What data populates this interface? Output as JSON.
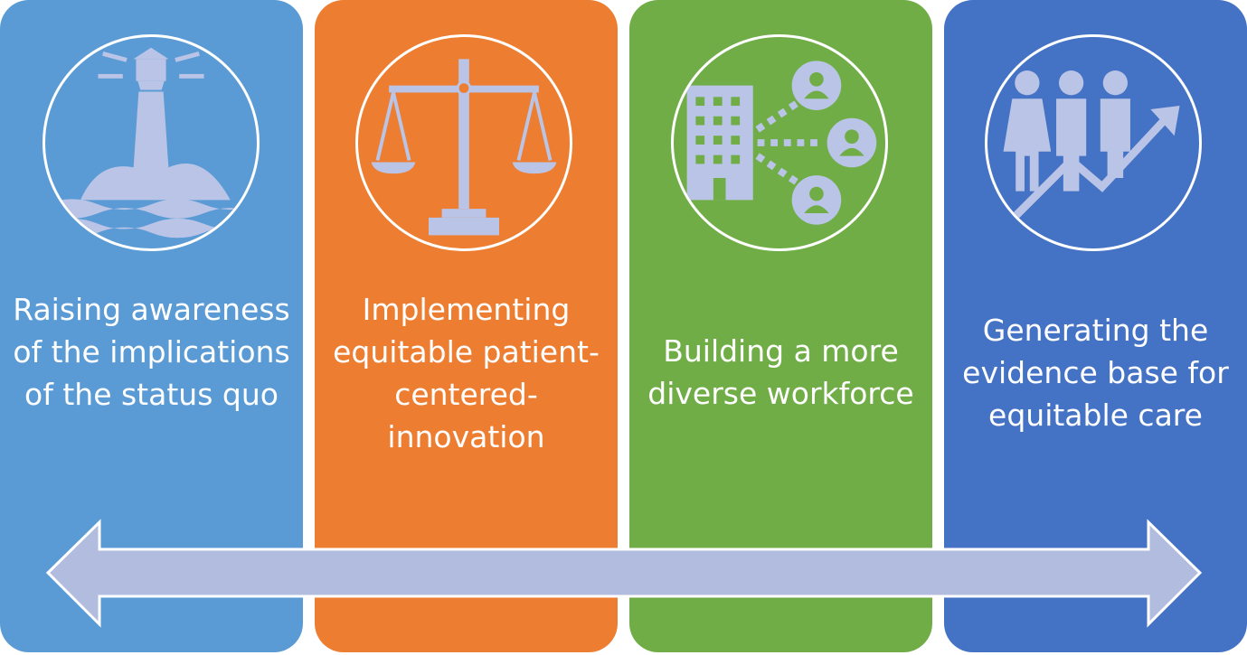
{
  "colors": {
    "panel1": "#5B9BD5",
    "panel2": "#ED7D31",
    "panel3": "#70AD47",
    "panel4": "#4472C4",
    "arrow": "#B1BCDE",
    "icon": "#B9C4E6"
  },
  "panels": [
    {
      "label": "Raising awareness of the implications of the status quo",
      "icon": "lighthouse-icon"
    },
    {
      "label": "Implementing equitable patient-centered-innovation",
      "icon": "scales-icon"
    },
    {
      "label": "Building a more diverse workforce",
      "icon": "building-network-icon"
    },
    {
      "label": "Generating the evidence base for equitable care",
      "icon": "people-growth-icon"
    }
  ],
  "arrow": {
    "direction": "bidirectional"
  }
}
